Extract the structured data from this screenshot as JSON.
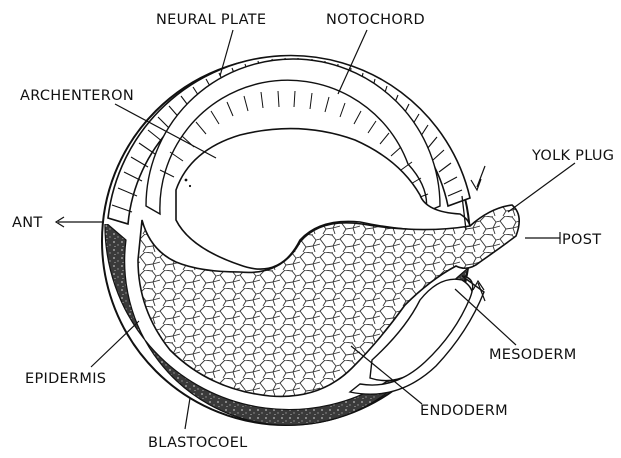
{
  "labels": {
    "neural_plate": "NEURAL PLATE",
    "notochord": "NOTOCHORD",
    "archenteron": "ARCHENTERON",
    "yolk_plug": "YOLK PLUG",
    "ant": "ANT",
    "post": "POST",
    "mesoderm": "MESODERM",
    "epidermis": "EPIDERMIS",
    "endoderm": "ENDODERM",
    "blastocoel": "BLASTOCOEL"
  },
  "colors": {
    "ink": "#111111",
    "background": "#ffffff",
    "epidermis_dark": "#2a2a2a",
    "cell_outline": "#333333"
  }
}
